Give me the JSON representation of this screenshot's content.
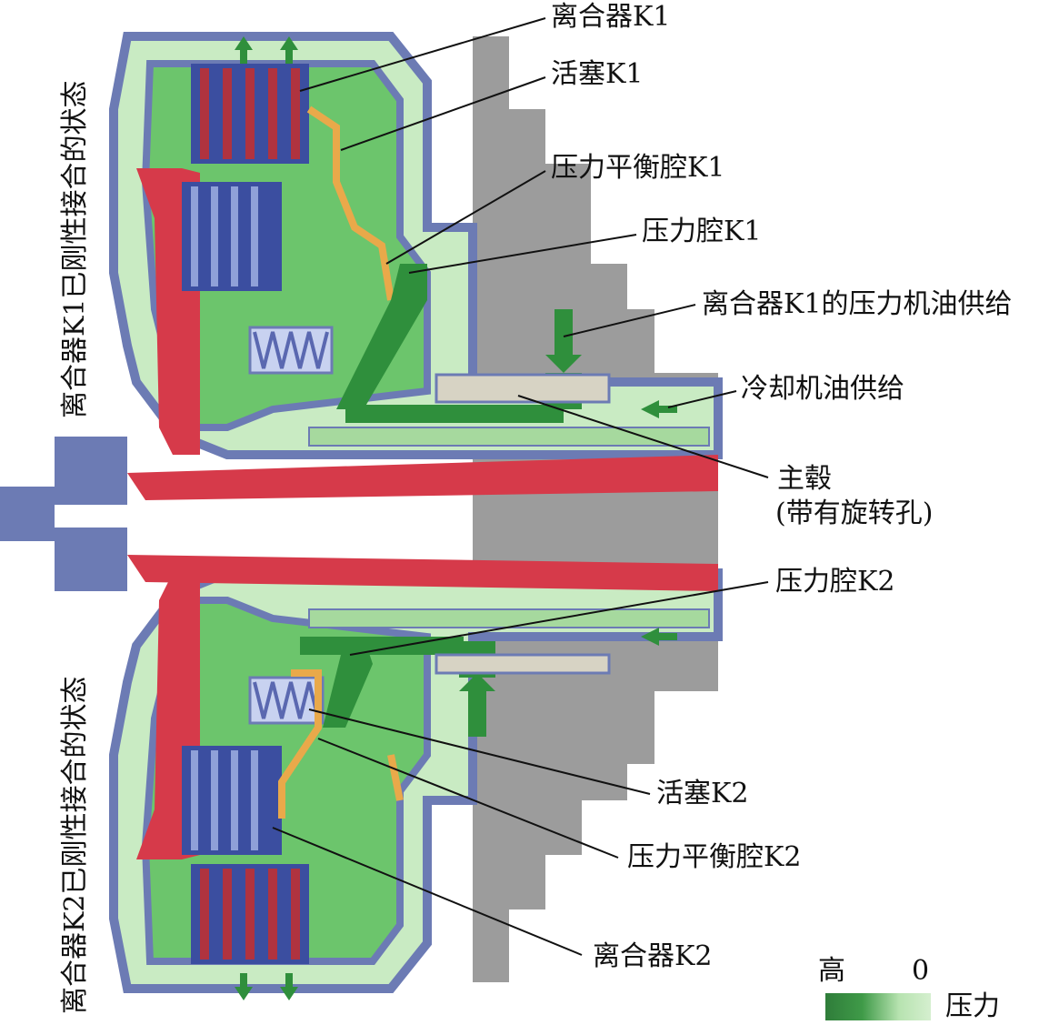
{
  "labels": {
    "clutch_k1": "离合器K1",
    "piston_k1": "活塞K1",
    "balance_chamber_k1": "压力平衡腔K1",
    "pressure_chamber_k1": "压力腔K1",
    "oil_supply_k1": "离合器K1的压力机油供给",
    "cooling_oil_supply": "冷却机油供给",
    "main_hub_line1": "主毂",
    "main_hub_line2": "(带有旋转孔)",
    "pressure_chamber_k2": "压力腔K2",
    "piston_k2": "活塞K2",
    "balance_chamber_k2": "压力平衡腔K2",
    "clutch_k2": "离合器K2"
  },
  "side_titles": {
    "k1_state": "离合器K1已刚性接合的状态",
    "k2_state": "离合器K2已刚性接合的状态"
  },
  "legend": {
    "high": "高",
    "zero": "0",
    "pressure": "压力"
  },
  "colors": {
    "light_green": "#c9ebc3",
    "mid_green": "#5fbf63",
    "dark_green": "#2f8f3c",
    "blue_gray": "#6c7bb4",
    "red": "#d63a4a",
    "gray": "#9a9a9a",
    "orange": "#e9a94a"
  }
}
